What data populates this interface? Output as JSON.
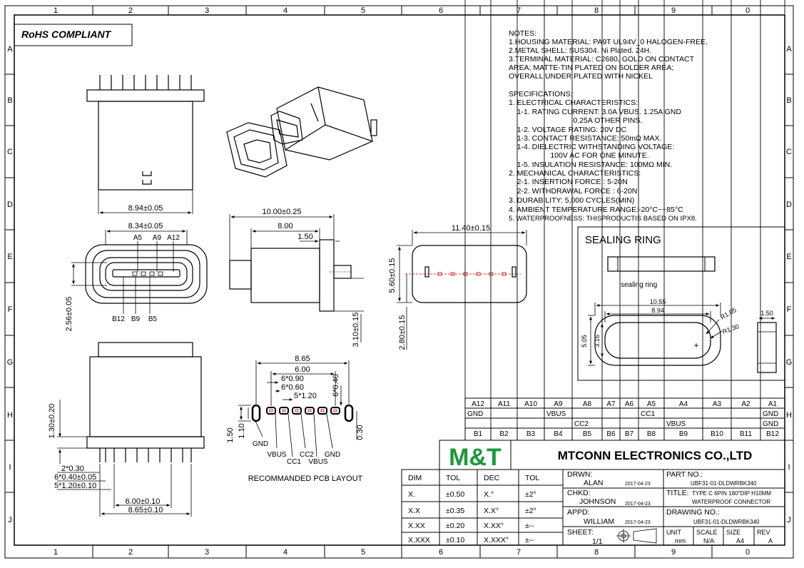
{
  "frame": {
    "top_cols": [
      "1",
      "2",
      "3",
      "4",
      "5",
      "6",
      "7",
      "8",
      "9",
      "0"
    ],
    "bottom_cols": [
      "1",
      "2",
      "3",
      "4",
      "5",
      "6",
      "7",
      "8",
      "9",
      "0"
    ],
    "rows": [
      "A",
      "B",
      "C",
      "D",
      "E",
      "F",
      "G",
      "H",
      "I",
      "J"
    ]
  },
  "rohs": "RoHS COMPLIANT",
  "notes": [
    "NOTES:",
    "1.HOUSING MATERIAL: PA9T UL94V_0 HALOGEN-FREE.",
    "2.METAL SHELL: SUS304. Ni Plated. 24H.",
    "3.TERMINAL MATERIAL: C2680, GOLD ON CONTACT",
    "AREA; MATTE-TIN PLATED ON SOLDER AREA;",
    "OVERALL UNDER PLATED WITH NICKEL",
    "",
    "SPECIFICATIONS:",
    "1. ELECTRICAL CHARACTERISTICS:",
    "    1-1. RATING CURRENT: 3.0A VBUS. 1.25A GND",
    "                               0.25A OTHER PINS.",
    "    1-2. VOLTAGE RATING: 20V DC",
    "    1-3. CONTACT RESISTANCE: 50mΩ MAX.",
    "    1-4. DIELECTRIC WITHSTANDING VOLTAGE:",
    "                    100V AC FOR ONE MINUTE.",
    "    1-5. INSULATION RESISTANCE: 100MΩ MIN.",
    "2. MECHANICAL CHARACTERISTICS:",
    "    2-1. INSERTION FORCE : 5-20N",
    "    2-2. WITHDRAWAL FORCE : 6-20N",
    "3. DURABILITY: 5,000 CYCLES(MIN)",
    "4. AMBIENT TEMPERATURE RANGE:-20°C~+85°C",
    "5. WATERPROOFNESS: THISPRODUCTIS BASED ON IPX8."
  ],
  "dims": {
    "d894": "8.94±0.05",
    "d834": "8.34±0.05",
    "d256": "2.56±0.05",
    "pin_a5": "A5",
    "pin_a9": "A9",
    "pin_a12": "A12",
    "pin_b12": "B12",
    "pin_b9": "B9",
    "pin_b5": "B5",
    "d1000": "10.00±0.25",
    "d800": "8.00",
    "d150": "1.50",
    "d310": "3.10±0.15",
    "d1140": "11.40±0.15",
    "d560": "5.60±0.15",
    "d280": "2.80±0.15",
    "d130": "1.30±0.20",
    "d2x030": "2*0.30",
    "d6x040": "6*0.40±0.05",
    "d5x120": "5*1.20±0.10",
    "d600": "6.00±0.10",
    "d865": "8.65±0.10"
  },
  "pcb": {
    "d865": "8.65",
    "d600": "6.00",
    "d6x090": "6*0.90",
    "d6x060": "6*0.60",
    "d5x120": "5*1.20",
    "d6x040": "6*0.40",
    "d150": "1.50",
    "d110": "1.10",
    "d030": "0.30",
    "gnd_left": "GND",
    "vbus1": "VBUS",
    "cc1": "CC1",
    "cc2": "CC2",
    "vbus2": "VBUS",
    "gnd_right": "GND",
    "caption": "RECOMMANDED PCB LAYOUT"
  },
  "sealing": {
    "title": "SEALING RING",
    "label": "sealing ring",
    "d1055": "10.55",
    "d894": "8.94",
    "r105": "R1.05",
    "r130": "R1.30",
    "d505": "5.05",
    "d316": "3.16",
    "d150": "1.50"
  },
  "pin_table": {
    "top": [
      "A12",
      "A11",
      "A10",
      "A9",
      "A8",
      "A7",
      "A6",
      "A5",
      "A4",
      "A3",
      "A2",
      "A1"
    ],
    "top_sig": [
      "GND",
      "",
      "",
      "VBUS",
      "",
      "",
      "",
      "CC1",
      "",
      "",
      "",
      "GND"
    ],
    "bot_sig": [
      "",
      "",
      "",
      "",
      "CC2",
      "",
      "",
      "",
      "VBUS",
      "",
      "",
      "GND"
    ],
    "bottom": [
      "B1",
      "B2",
      "B3",
      "B4",
      "B5",
      "B6",
      "B7",
      "B8",
      "B9",
      "B10",
      "B11",
      "B12"
    ]
  },
  "title_block": {
    "logo": "M&T",
    "company": "MTCONN ELECTRONICS CO.,LTD",
    "tol_head": [
      "DIM",
      "TOL",
      "DEC",
      "TOL"
    ],
    "tol_rows": [
      [
        "X.",
        "±0.50",
        "X.°",
        "±2°"
      ],
      [
        "X.X",
        "±0.35",
        "X.X°",
        "±2°"
      ],
      [
        "X.XX",
        "±0.20",
        "X.XX°",
        "±--"
      ],
      [
        "X.XXX",
        "±0.10",
        "X.XXX°",
        "±--"
      ]
    ],
    "drwn_label": "DRWN:",
    "drwn_name": "ALAN",
    "drwn_date": "2017-04-23",
    "chkd_label": "CHKD:",
    "chkd_name": "JOHNSON",
    "chkd_date": "2017-04-23",
    "appd_label": "APPD:",
    "appd_name": "WILLIAM",
    "appd_date": "2017-04-23",
    "sheet_label": "SHEET:",
    "sheet_value": "1/1",
    "part_label": "PART NO.:",
    "part_no": "UBF31-01-DLDWRBK340",
    "title_label": "TITLE:",
    "title_l1": "TYPE C 6PIN 180°DIP H10MM",
    "title_l2": "WATERPROOF CONNECTOR",
    "drawing_label": "DRAWING NO.:",
    "drawing_no": "UBF31-01-DLDWRBK340",
    "unit_label": "UNIT",
    "unit_value": "mm",
    "scale_label": "SCALE",
    "scale_value": "N/A",
    "size_label": "SIZE",
    "size_value": "A4",
    "rev_label": "REV",
    "rev_value": "A"
  }
}
